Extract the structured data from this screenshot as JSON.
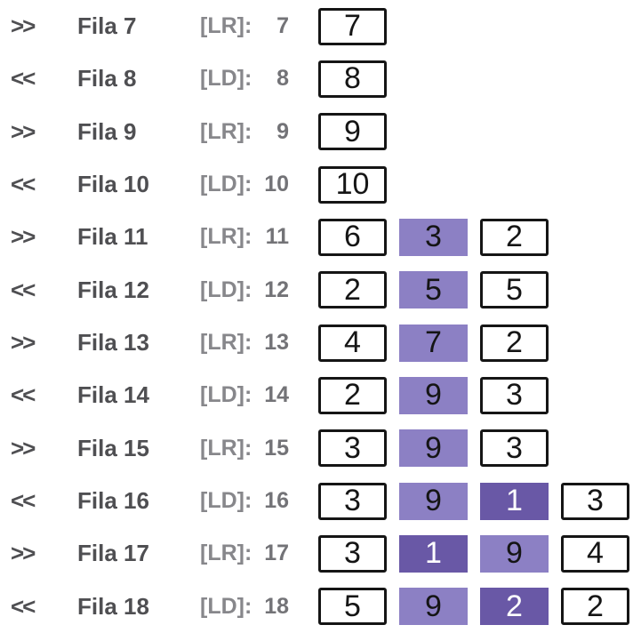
{
  "colors": {
    "background": "#ffffff",
    "label_text": "#4f4f52",
    "side_text": "#87878b",
    "count_text": "#737377",
    "box_border": "#151515",
    "box_digit": "#151515",
    "box_light_fill": "#8c80c4",
    "box_dark_fill": "#6958a6",
    "box_dark_digit": "#ffffff"
  },
  "rows": [
    {
      "direction": ">>",
      "label": "Fila 7",
      "side": "[LR]:",
      "count": "7",
      "cells": [
        {
          "value": "7",
          "variant": "outline"
        }
      ]
    },
    {
      "direction": "<<",
      "label": "Fila 8",
      "side": "[LD]:",
      "count": "8",
      "cells": [
        {
          "value": "8",
          "variant": "outline"
        }
      ]
    },
    {
      "direction": ">>",
      "label": "Fila 9",
      "side": "[LR]:",
      "count": "9",
      "cells": [
        {
          "value": "9",
          "variant": "outline"
        }
      ]
    },
    {
      "direction": "<<",
      "label": "Fila 10",
      "side": "[LD]:",
      "count": "10",
      "cells": [
        {
          "value": "10",
          "variant": "outline"
        }
      ]
    },
    {
      "direction": ">>",
      "label": "Fila 11",
      "side": "[LR]:",
      "count": "11",
      "cells": [
        {
          "value": "6",
          "variant": "outline"
        },
        {
          "value": "3",
          "variant": "light"
        },
        {
          "value": "2",
          "variant": "outline"
        }
      ]
    },
    {
      "direction": "<<",
      "label": "Fila 12",
      "side": "[LD]:",
      "count": "12",
      "cells": [
        {
          "value": "2",
          "variant": "outline"
        },
        {
          "value": "5",
          "variant": "light"
        },
        {
          "value": "5",
          "variant": "outline"
        }
      ]
    },
    {
      "direction": ">>",
      "label": "Fila 13",
      "side": "[LR]:",
      "count": "13",
      "cells": [
        {
          "value": "4",
          "variant": "outline"
        },
        {
          "value": "7",
          "variant": "light"
        },
        {
          "value": "2",
          "variant": "outline"
        }
      ]
    },
    {
      "direction": "<<",
      "label": "Fila 14",
      "side": "[LD]:",
      "count": "14",
      "cells": [
        {
          "value": "2",
          "variant": "outline"
        },
        {
          "value": "9",
          "variant": "light"
        },
        {
          "value": "3",
          "variant": "outline"
        }
      ]
    },
    {
      "direction": ">>",
      "label": "Fila 15",
      "side": "[LR]:",
      "count": "15",
      "cells": [
        {
          "value": "3",
          "variant": "outline"
        },
        {
          "value": "9",
          "variant": "light"
        },
        {
          "value": "3",
          "variant": "outline"
        }
      ]
    },
    {
      "direction": "<<",
      "label": "Fila 16",
      "side": "[LD]:",
      "count": "16",
      "cells": [
        {
          "value": "3",
          "variant": "outline"
        },
        {
          "value": "9",
          "variant": "light"
        },
        {
          "value": "1",
          "variant": "dark"
        },
        {
          "value": "3",
          "variant": "outline"
        }
      ]
    },
    {
      "direction": ">>",
      "label": "Fila 17",
      "side": "[LR]:",
      "count": "17",
      "cells": [
        {
          "value": "3",
          "variant": "outline"
        },
        {
          "value": "1",
          "variant": "dark"
        },
        {
          "value": "9",
          "variant": "light"
        },
        {
          "value": "4",
          "variant": "outline"
        }
      ]
    },
    {
      "direction": "<<",
      "label": "Fila 18",
      "side": "[LD]:",
      "count": "18",
      "cells": [
        {
          "value": "5",
          "variant": "outline"
        },
        {
          "value": "9",
          "variant": "light"
        },
        {
          "value": "2",
          "variant": "dark"
        },
        {
          "value": "2",
          "variant": "outline"
        }
      ]
    }
  ]
}
